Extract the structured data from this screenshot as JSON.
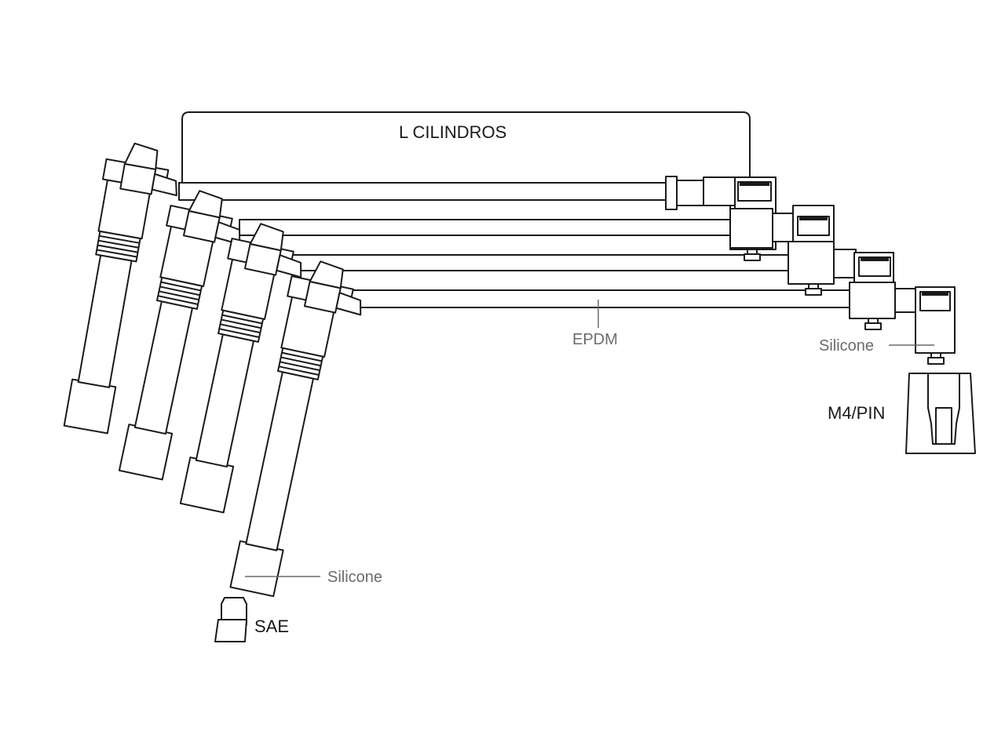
{
  "labels": {
    "title": "L  CILINDROS",
    "cable_material": "EPDM",
    "coil_boot_material": "Silicone",
    "plug_boot_material": "Silicone",
    "plug_terminal": "SAE",
    "coil_terminal": "M4/PIN"
  },
  "colors": {
    "line": "#1a1a1a",
    "leader": "#6b6b6b",
    "background": "#ffffff"
  }
}
